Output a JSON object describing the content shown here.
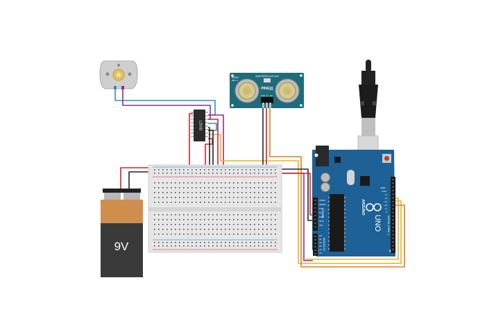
{
  "battery": {
    "label": "9V",
    "top_color": "#d08e4d",
    "body_color": "#3a3a3a"
  },
  "sensor": {
    "model": "PING)))",
    "brand": "www.PARALLAX.com",
    "rev": "28015",
    "rev_sub": "REV C",
    "pins": [
      "GND",
      "5V",
      "SIG"
    ],
    "board_color": "#1f6b7a"
  },
  "driver": {
    "label": "L293D"
  },
  "arduino": {
    "name": "UNO",
    "brand": "ARDUINO",
    "board_color": "#1d6197",
    "power_pins": [
      "IOREF",
      "RESET",
      "3.3V",
      "5V",
      "GND",
      "GND",
      "VIN"
    ],
    "analog_pins": [
      "A0",
      "A1",
      "A2",
      "A3",
      "A4",
      "A5"
    ],
    "top_labels": [
      "AREF",
      "GND",
      "13",
      "12",
      "~11",
      "~10",
      "~9",
      "8"
    ],
    "digital_label": "DIGITAL (PWM ~)",
    "power_label": "POWER",
    "analog_label": "ANALOG IN"
  },
  "wire_colors": {
    "red": "#d32027",
    "black": "#222222",
    "blue": "#2a8fc8",
    "purple": "#8b2f8d",
    "yellow": "#e7b22a",
    "orange": "#e07b21",
    "green": "#2e9e4a"
  }
}
